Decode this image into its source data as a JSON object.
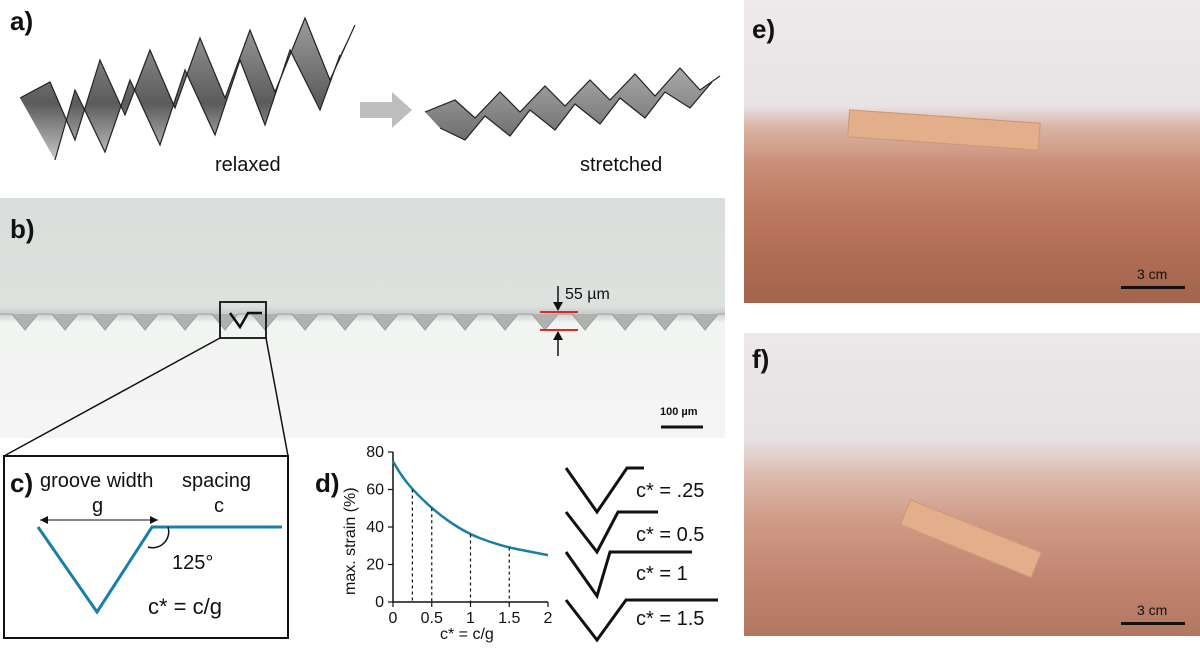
{
  "panels": {
    "a": {
      "label": "a)",
      "relaxed": "relaxed",
      "stretched": "stretched"
    },
    "b": {
      "label": "b)",
      "measure": "55 µm",
      "scale": "100 µm"
    },
    "c": {
      "label": "c)",
      "groove_width": "groove width",
      "g": "g",
      "spacing": "spacing",
      "c": "c",
      "angle": "125°",
      "formula": "c* = c/g"
    },
    "d": {
      "label": "d)",
      "legend": [
        "c* = .25",
        "c* = 0.5",
        "c* = 1",
        "c* = 1.5"
      ]
    },
    "e": {
      "label": "e)",
      "scale": "3 cm"
    },
    "f": {
      "label": "f)",
      "scale": "3 cm"
    }
  },
  "colors": {
    "curve": "#1a7fa6",
    "marker": "#e0262a"
  },
  "chart_data": {
    "type": "line",
    "title": "",
    "xlabel": "c* = c/g",
    "ylabel": "max. strain (%)",
    "xlim": [
      0,
      2
    ],
    "ylim": [
      0,
      80
    ],
    "x_ticks": [
      "0",
      "0.5",
      "1",
      "1.5",
      "2"
    ],
    "y_ticks": [
      "0",
      "20",
      "40",
      "60",
      "80"
    ],
    "series": [
      {
        "x": [
          0,
          0.1,
          0.25,
          0.5,
          0.75,
          1.0,
          1.25,
          1.5,
          1.75,
          2.0
        ],
        "values": [
          75,
          68,
          60,
          50,
          42,
          36,
          32,
          29,
          27,
          25
        ]
      }
    ],
    "markers_x": [
      0.25,
      0.5,
      1,
      1.5
    ]
  }
}
